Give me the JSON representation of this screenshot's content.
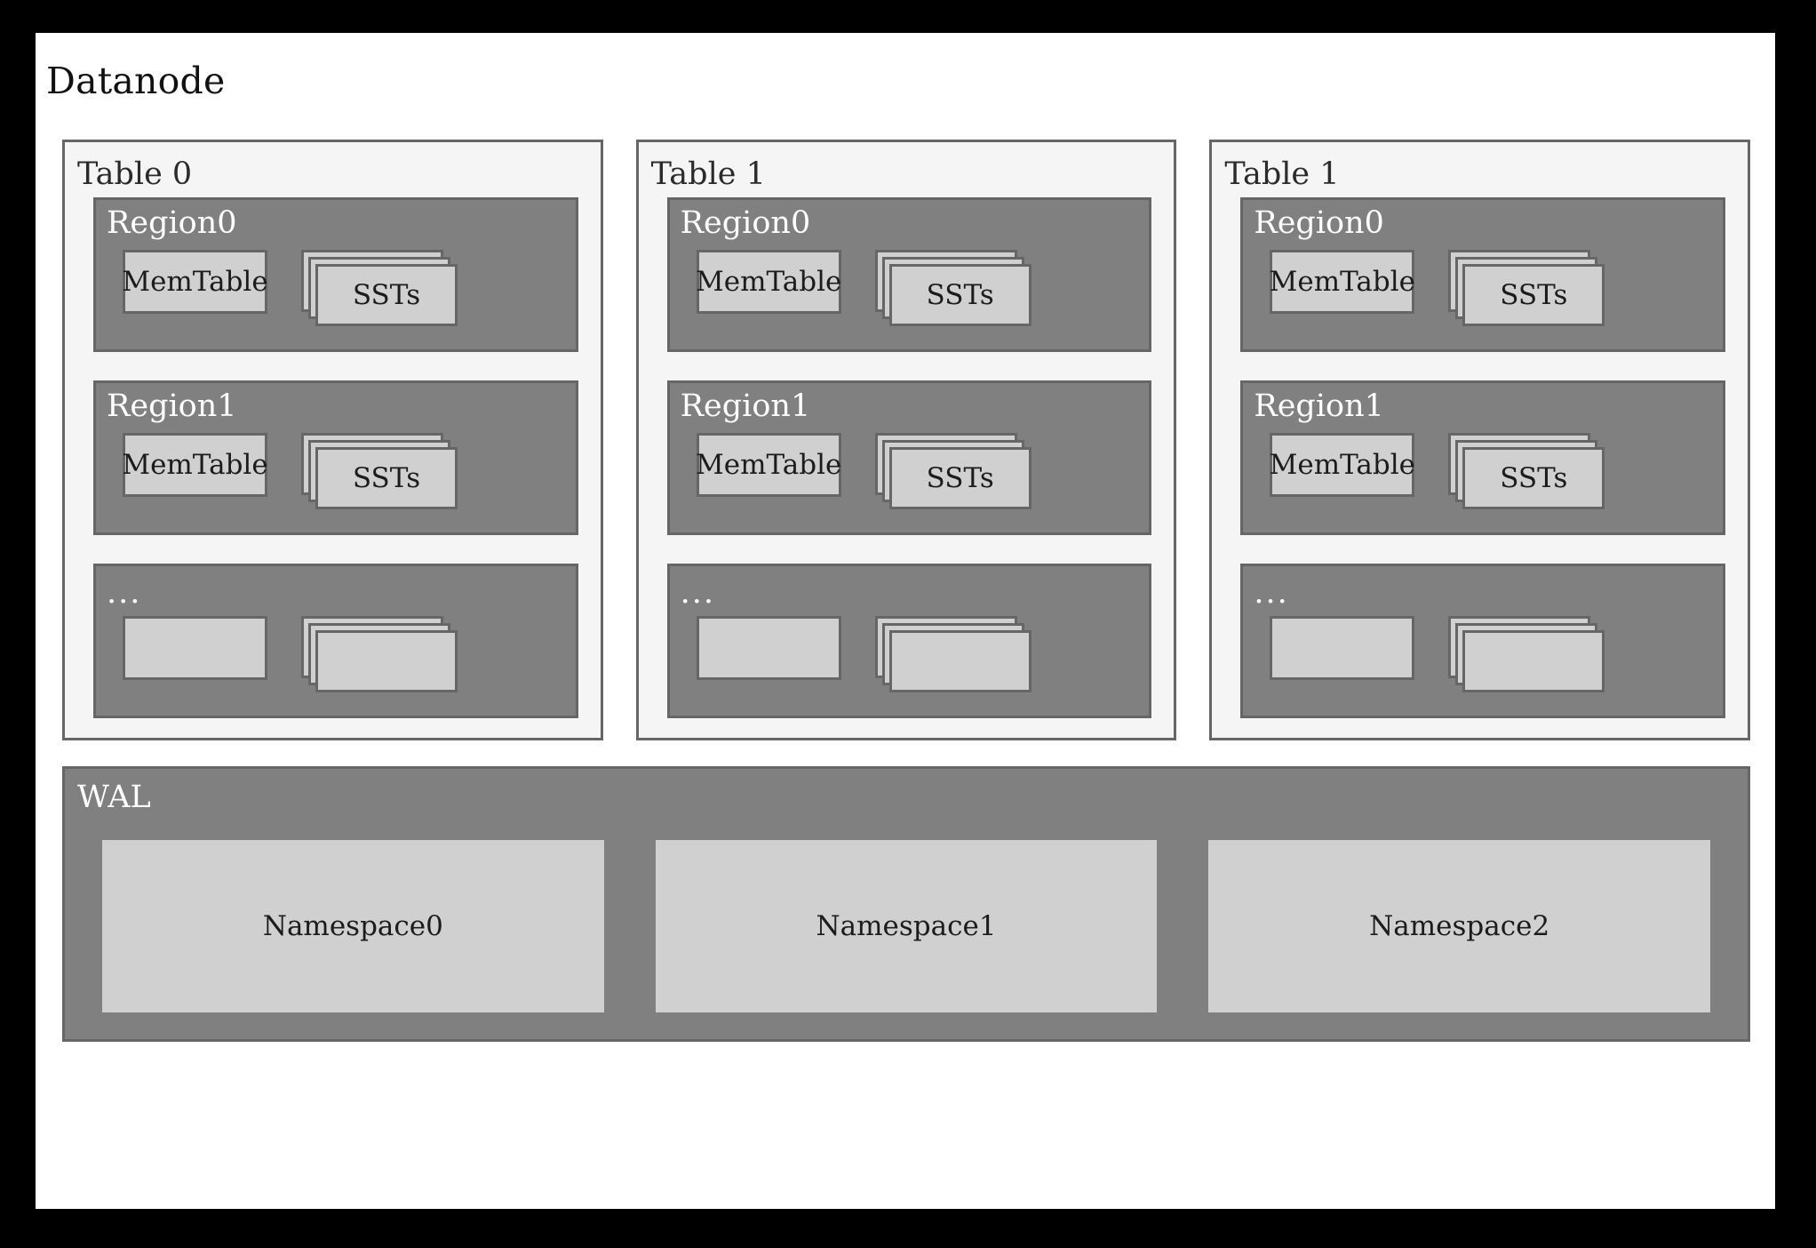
{
  "diagram": {
    "title": "Datanode",
    "colors": {
      "page_background": "#000000",
      "canvas": "#ffffff",
      "table_fill": "#f5f5f5",
      "region_fill": "#808080",
      "box_fill": "#d0d0d0",
      "border": "#666666",
      "dark_text": "#1c1c1c",
      "light_text": "#ffffff"
    },
    "tables": [
      {
        "label": "Table 0",
        "regions": [
          {
            "label": "Region0",
            "memtable": "MemTable",
            "ssts": "SSTs",
            "sst_layers": 3
          },
          {
            "label": "Region1",
            "memtable": "MemTable",
            "ssts": "SSTs",
            "sst_layers": 3
          },
          {
            "label": "...",
            "memtable": "",
            "ssts": "",
            "sst_layers": 3
          }
        ]
      },
      {
        "label": "Table 1",
        "regions": [
          {
            "label": "Region0",
            "memtable": "MemTable",
            "ssts": "SSTs",
            "sst_layers": 3
          },
          {
            "label": "Region1",
            "memtable": "MemTable",
            "ssts": "SSTs",
            "sst_layers": 3
          },
          {
            "label": "...",
            "memtable": "",
            "ssts": "",
            "sst_layers": 3
          }
        ]
      },
      {
        "label": "Table 1",
        "regions": [
          {
            "label": "Region0",
            "memtable": "MemTable",
            "ssts": "SSTs",
            "sst_layers": 3
          },
          {
            "label": "Region1",
            "memtable": "MemTable",
            "ssts": "SSTs",
            "sst_layers": 3
          },
          {
            "label": "...",
            "memtable": "",
            "ssts": "",
            "sst_layers": 3
          }
        ]
      }
    ],
    "wal": {
      "label": "WAL",
      "namespaces": [
        "Namespace0",
        "Namespace1",
        "Namespace2"
      ]
    }
  }
}
